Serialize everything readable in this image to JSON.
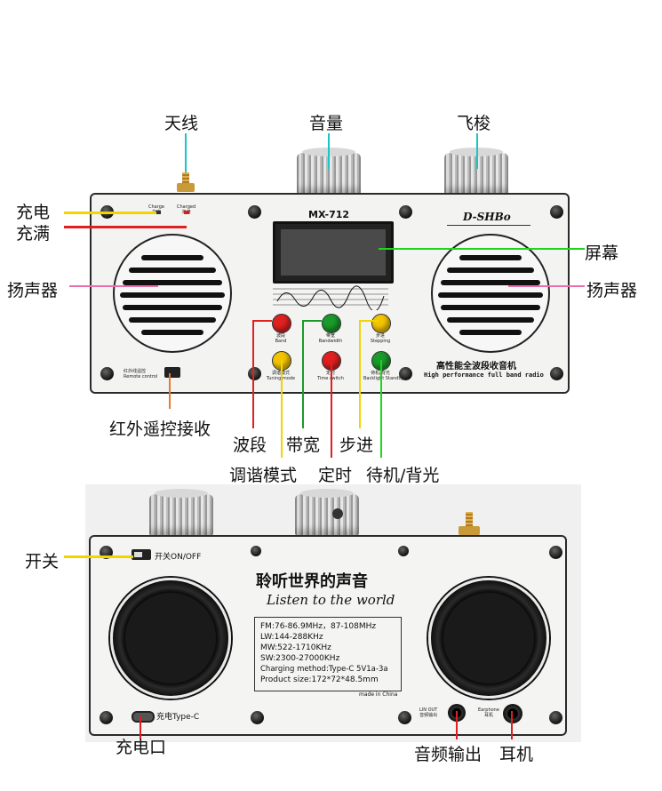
{
  "top_labels": {
    "antenna": "天线",
    "volume": "音量",
    "shuttle": "飞梭",
    "charging": "充电",
    "charged": "充满",
    "speaker_left": "扬声器",
    "screen": "屏幕",
    "speaker_right": "扬声器",
    "ir_receiver": "红外遥控接收",
    "band": "波段",
    "bandwidth": "带宽",
    "step": "步进",
    "tuning_mode": "调谐模式",
    "timer": "定时",
    "standby_backlight": "待机/背光"
  },
  "front_panel": {
    "model": "MX-712",
    "brand": "D-SHBo",
    "subtitle_cn": "高性能全波段收音机",
    "subtitle_en": "High performance full band radio",
    "charge_led_en": "Charge",
    "charge_led_cn": "充电",
    "charged_led_en": "Charged",
    "charged_led_cn": "充满",
    "ir_cn": "红外线遥控",
    "ir_en": "Remote control",
    "buttons": [
      {
        "cn": "波段",
        "en": "Band",
        "color": "#e02020"
      },
      {
        "cn": "带宽",
        "en": "Bandwidth",
        "color": "#1a9a2a"
      },
      {
        "cn": "步进",
        "en": "Stepping",
        "color": "#f2c400"
      },
      {
        "cn": "调谐模式",
        "en": "Tuning mode",
        "color": "#f2c400"
      },
      {
        "cn": "定时",
        "en": "Time switch",
        "color": "#e02020"
      },
      {
        "cn": "待机/背光",
        "en": "Backlight Standby",
        "color": "#1a9a2a"
      }
    ]
  },
  "back_labels": {
    "power_switch": "开关",
    "charge_port": "充电口",
    "audio_out": "音频输出",
    "earphone": "耳机"
  },
  "back_panel": {
    "switch_text": "开关ON/OFF",
    "slogan_cn": "聆听世界的声音",
    "slogan_en": "Listen to the world",
    "specs": [
      "FM:76-86.9MHz，87-108MHz",
      "LW:144-288KHz",
      "MW:522-1710KHz",
      "SW:2300-27000KHz",
      "Charging method:Type-C 5V1a-3a",
      "Product size:172*72*48.5mm"
    ],
    "made_in": "made in China",
    "typec_text": "充电Type-C",
    "line_out_en": "LIN OUT",
    "line_out_cn": "音频输出",
    "earphone_en": "Earphone",
    "earphone_cn": "耳机"
  }
}
